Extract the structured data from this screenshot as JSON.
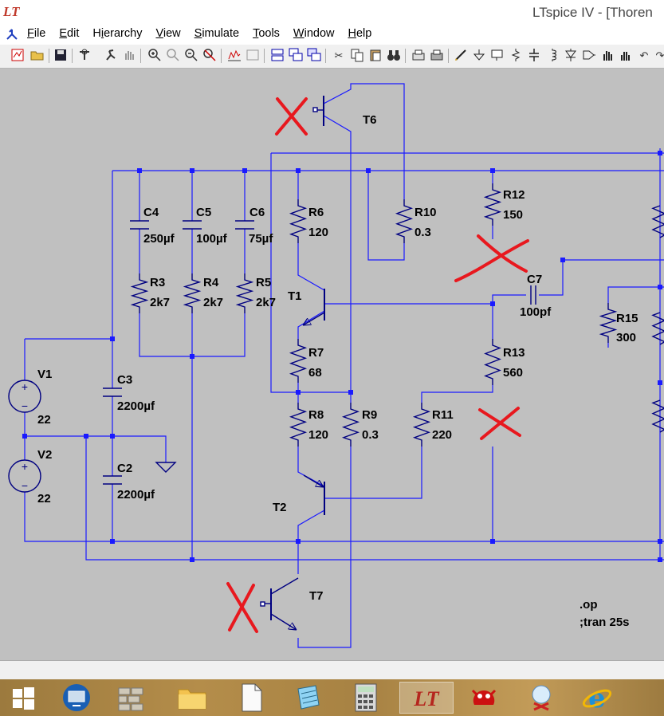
{
  "window": {
    "logo": "LT",
    "title": "LTspice IV - [Thoren"
  },
  "menu": [
    "File",
    "Edit",
    "Hierarchy",
    "View",
    "Simulate",
    "Tools",
    "Window",
    "Help"
  ],
  "menu_underline": [
    "F",
    "E",
    "i",
    "V",
    "S",
    "T",
    "W",
    "H"
  ],
  "components": {
    "V1": {
      "name": "V1",
      "value": "22"
    },
    "V2": {
      "name": "V2",
      "value": "22"
    },
    "C2": {
      "name": "C2",
      "value": "2200µf"
    },
    "C3": {
      "name": "C3",
      "value": "2200µf"
    },
    "C4": {
      "name": "C4",
      "value": "250µf"
    },
    "C5": {
      "name": "C5",
      "value": "100µf"
    },
    "C6": {
      "name": "C6",
      "value": "75µf"
    },
    "C7": {
      "name": "C7",
      "value": "100pf"
    },
    "R3": {
      "name": "R3",
      "value": "2k7"
    },
    "R4": {
      "name": "R4",
      "value": "2k7"
    },
    "R5": {
      "name": "R5",
      "value": "2k7"
    },
    "R6": {
      "name": "R6",
      "value": "120"
    },
    "R7": {
      "name": "R7",
      "value": "68"
    },
    "R8": {
      "name": "R8",
      "value": "120"
    },
    "R9": {
      "name": "R9",
      "value": "0.3"
    },
    "R10": {
      "name": "R10",
      "value": "0.3"
    },
    "R11": {
      "name": "R11",
      "value": "220"
    },
    "R12": {
      "name": "R12",
      "value": "150"
    },
    "R13": {
      "name": "R13",
      "value": "560"
    },
    "R15": {
      "name": "R15",
      "value": "300"
    },
    "T1": {
      "name": "T1"
    },
    "T2": {
      "name": "T2"
    },
    "T6": {
      "name": "T6"
    },
    "T7": {
      "name": "T7"
    }
  },
  "directives": {
    "op": ".op",
    "tran": ";tran 25s"
  },
  "colors": {
    "wire": "#1a1aff",
    "canvas": "#c0c0c0",
    "component": "#000080",
    "annotation": "#e8181e"
  },
  "taskbar_icons": [
    "windows-start-icon",
    "remote-desktop-icon",
    "firewall-icon",
    "file-explorer-icon",
    "document-icon",
    "notepad-icon",
    "calculator-icon",
    "ltspice-icon",
    "gimp-icon",
    "snipping-tool-icon",
    "internet-explorer-icon"
  ]
}
